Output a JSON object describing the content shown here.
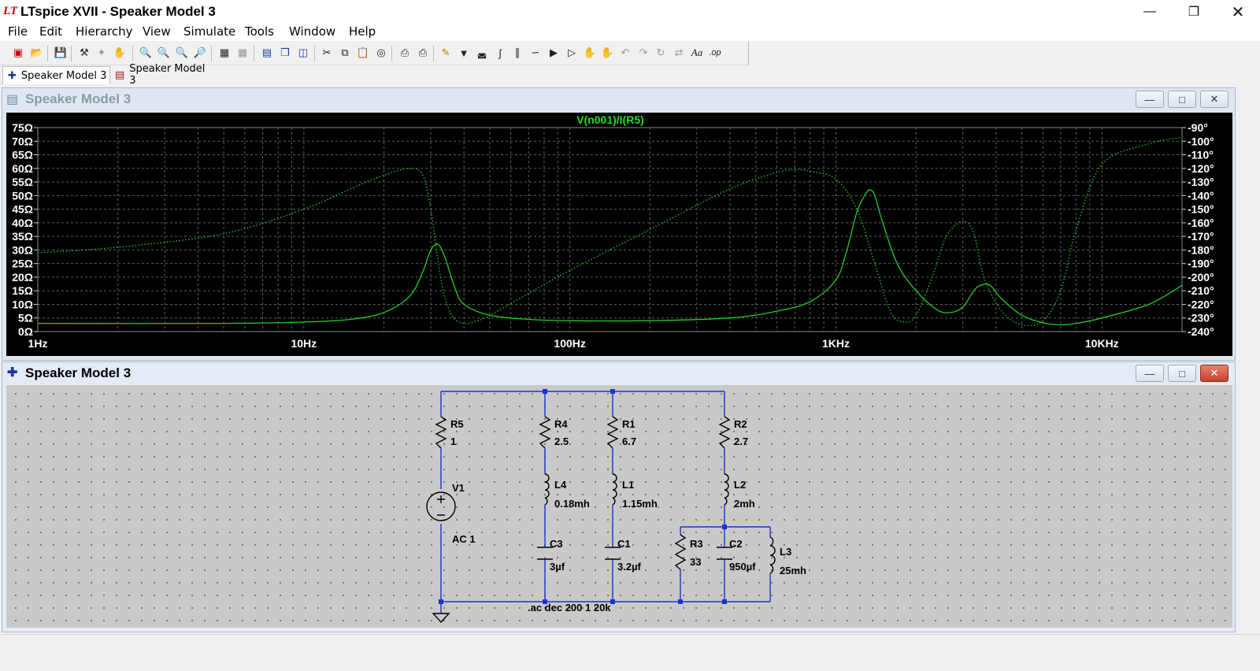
{
  "window": {
    "title": "LTspice XVII - Speaker Model 3"
  },
  "menu": [
    "File",
    "Edit",
    "Hierarchy",
    "View",
    "Simulate",
    "Tools",
    "Window",
    "Help"
  ],
  "toolbar": {
    "icons": [
      "new-schematic-icon",
      "open-icon",
      "save-icon",
      "control-panel-icon",
      "run-icon",
      "halt-icon",
      "zoom-in-icon",
      "zoom-pan-icon",
      "zoom-out-icon",
      "zoom-cancel-icon",
      "autorange-icon",
      "grid-icon",
      "tile-horizontal-icon",
      "cascade-icon",
      "tile-vertical-icon",
      "cut-icon",
      "copy-icon",
      "paste-icon",
      "find-icon",
      "print-setup-icon",
      "print-icon",
      "wire-icon",
      "ground-icon",
      "label-net-icon",
      "resistor-icon",
      "capacitor-icon",
      "inductor-icon",
      "diode-icon",
      "component-icon",
      "move-icon",
      "drag-icon",
      "undo-icon",
      "redo-icon",
      "rotate-icon",
      "mirror-icon",
      "text-icon",
      "spice-directive-icon"
    ],
    "text_label": "Aa",
    "op_label": ".op"
  },
  "tabs": [
    {
      "label": "Speaker Model 3",
      "icon": "schematic-tab-icon",
      "active": true
    },
    {
      "label": "Speaker Model 3",
      "icon": "waveform-tab-icon",
      "active": false
    }
  ],
  "waveform_pane": {
    "title": "Speaker Model 3"
  },
  "schematic_pane": {
    "title": "Speaker Model 3"
  },
  "chart_data": {
    "type": "line",
    "title": "V(n001)/I(R5)",
    "x_scale": "log",
    "xlim": [
      1,
      20000
    ],
    "x_ticks": [
      {
        "value": 1,
        "label": "1Hz"
      },
      {
        "value": 10,
        "label": "10Hz"
      },
      {
        "value": 100,
        "label": "100Hz"
      },
      {
        "value": 1000,
        "label": "1KHz"
      },
      {
        "value": 10000,
        "label": "10KHz"
      }
    ],
    "y_left": {
      "unit": "Ω",
      "lim": [
        0,
        75
      ],
      "ticks": [
        "0Ω",
        "5Ω",
        "10Ω",
        "15Ω",
        "20Ω",
        "25Ω",
        "30Ω",
        "35Ω",
        "40Ω",
        "45Ω",
        "50Ω",
        "55Ω",
        "60Ω",
        "65Ω",
        "70Ω",
        "75Ω"
      ]
    },
    "y_right": {
      "unit": "°",
      "lim": [
        -240,
        -90
      ],
      "ticks": [
        "-240°",
        "-230°",
        "-220°",
        "-210°",
        "-200°",
        "-190°",
        "-180°",
        "-170°",
        "-160°",
        "-150°",
        "-140°",
        "-130°",
        "-120°",
        "-110°",
        "-100°",
        "-90°"
      ]
    },
    "grid": true,
    "series": [
      {
        "style": "solid",
        "axis": "left",
        "color": "#22cc22",
        "x": [
          1,
          5,
          10,
          15,
          20,
          25,
          28,
          30,
          32,
          34,
          37,
          40,
          50,
          70,
          100,
          200,
          400,
          600,
          800,
          1000,
          1100,
          1200,
          1300,
          1350,
          1400,
          1500,
          1700,
          2000,
          2400,
          2700,
          3000,
          3300,
          3500,
          3800,
          4200,
          5000,
          6000,
          7000,
          8000,
          10000,
          15000,
          20000
        ],
        "y": [
          3,
          3,
          3.5,
          4.5,
          7,
          13,
          22,
          30,
          32,
          27,
          16,
          10,
          6,
          4.5,
          4,
          4,
          5,
          7.5,
          11,
          19,
          30,
          44,
          51,
          52,
          50,
          40,
          25,
          15,
          8,
          7,
          9,
          15,
          17,
          17,
          12,
          6,
          3.2,
          2.5,
          3,
          5,
          10,
          17
        ]
      },
      {
        "style": "dotted",
        "axis": "right",
        "color": "#22cc22",
        "x": [
          1,
          2,
          5,
          10,
          15,
          20,
          25,
          28,
          30,
          33,
          36,
          40,
          45,
          50,
          70,
          100,
          200,
          400,
          600,
          700,
          800,
          1000,
          1200,
          1400,
          1600,
          1800,
          2000,
          2300,
          2600,
          3000,
          3300,
          3600,
          4200,
          5000,
          6000,
          7000,
          8000,
          10000,
          15000,
          20000
        ],
        "y": [
          -182,
          -178,
          -168,
          -150,
          -135,
          -125,
          -120,
          -125,
          -150,
          -205,
          -228,
          -234,
          -232,
          -228,
          -212,
          -195,
          -165,
          -135,
          -123,
          -121,
          -122,
          -128,
          -150,
          -190,
          -225,
          -233,
          -228,
          -200,
          -170,
          -159,
          -168,
          -200,
          -225,
          -235,
          -232,
          -210,
          -165,
          -117,
          -102,
          -97
        ]
      }
    ]
  },
  "schematic": {
    "components": [
      {
        "ref": "R5",
        "value": "1",
        "kind": "resistor"
      },
      {
        "ref": "V1",
        "value": "AC 1",
        "kind": "voltage-source"
      },
      {
        "ref": "R4",
        "value": "2.5",
        "kind": "resistor"
      },
      {
        "ref": "L4",
        "value": "0.18mh",
        "kind": "inductor"
      },
      {
        "ref": "C3",
        "value": "3µf",
        "kind": "capacitor"
      },
      {
        "ref": "R1",
        "value": "6.7",
        "kind": "resistor"
      },
      {
        "ref": "L1",
        "value": "1.15mh",
        "kind": "inductor"
      },
      {
        "ref": "C1",
        "value": "3.2µf",
        "kind": "capacitor"
      },
      {
        "ref": "R2",
        "value": "2.7",
        "kind": "resistor"
      },
      {
        "ref": "L2",
        "value": "2mh",
        "kind": "inductor"
      },
      {
        "ref": "R3",
        "value": "33",
        "kind": "resistor"
      },
      {
        "ref": "C2",
        "value": "950µf",
        "kind": "capacitor"
      },
      {
        "ref": "L3",
        "value": "25mh",
        "kind": "inductor"
      }
    ],
    "directive": ".ac dec 200 1 20k"
  },
  "colors": {
    "trace": "#22cc22",
    "wire": "#1a33cc",
    "grid": "#6a6a6a",
    "plot_bg": "#000000",
    "schematic_bg": "#c9c9c9"
  }
}
